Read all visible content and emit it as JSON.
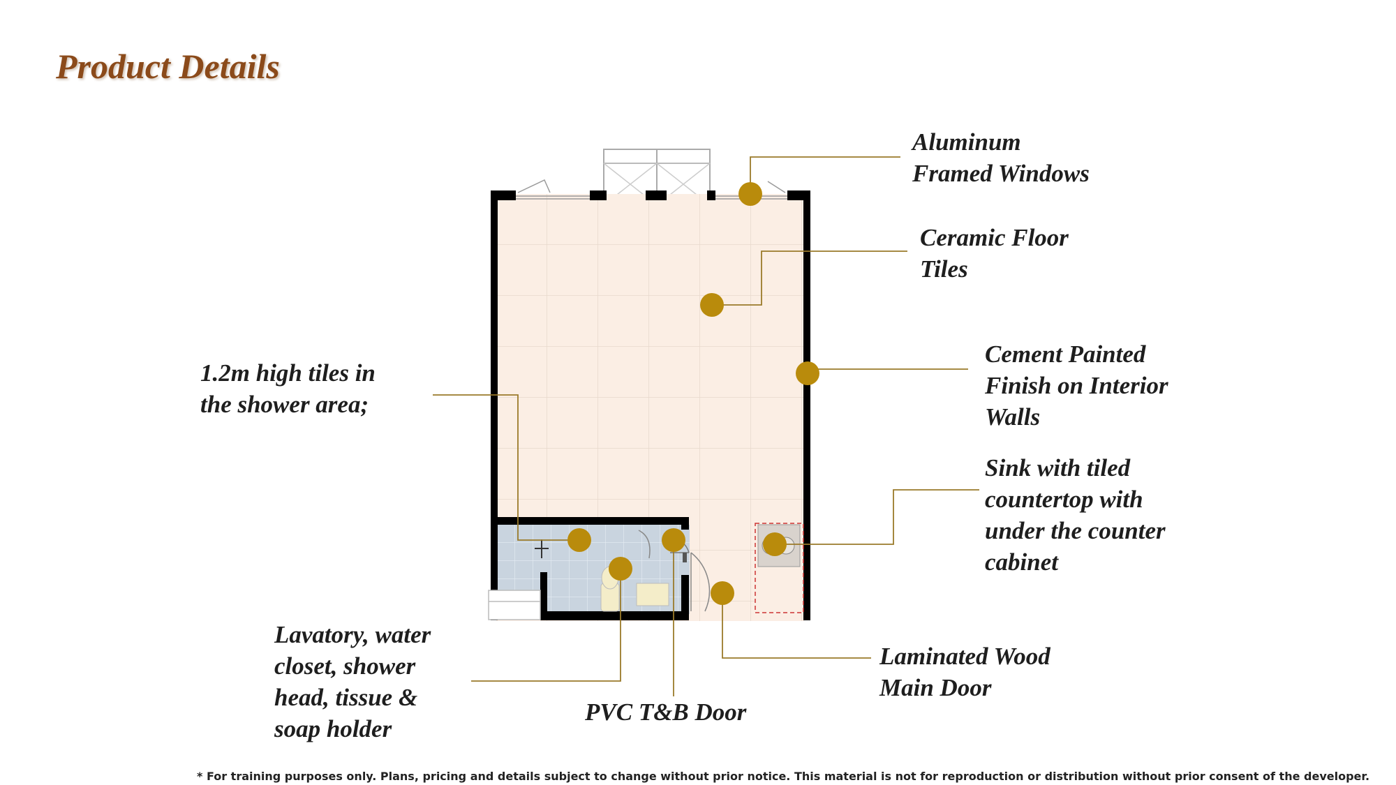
{
  "title": "Product Details",
  "callouts": {
    "windows": [
      "Aluminum",
      "Framed Windows"
    ],
    "floor": [
      "Ceramic Floor",
      "Tiles"
    ],
    "walls": [
      "Cement Painted",
      "Finish on Interior",
      "Walls"
    ],
    "sink": [
      "Sink with tiled",
      "countertop with",
      "under the counter",
      "cabinet"
    ],
    "shower_tiles": [
      "1.2m high tiles in",
      "the shower area;"
    ],
    "lavatory": [
      "Lavatory, water",
      "closet, shower",
      "head, tissue &",
      "soap holder"
    ],
    "pvc_door": [
      "PVC T&B Door"
    ],
    "main_door": [
      "Laminated Wood",
      "Main Door"
    ]
  },
  "footer": "* For training purposes only. Plans, pricing and details subject to change without prior notice. This material is not for reproduction or distribution without prior consent of the developer.",
  "colors": {
    "marker": "#b98b0c",
    "leader": "#9a7a2a",
    "title": "#8b4a1a",
    "wall": "#000000",
    "floor": "#fbeee4",
    "bath_tile": "#c9d4df"
  }
}
